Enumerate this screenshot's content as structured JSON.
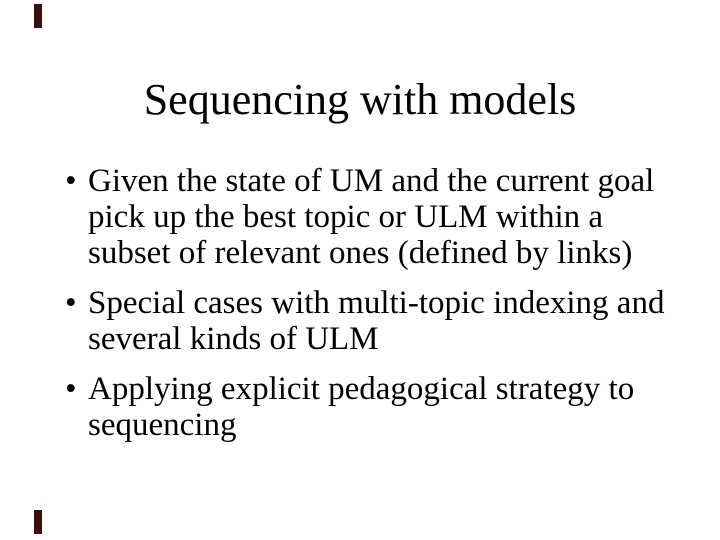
{
  "slide": {
    "title": "Sequencing with models",
    "bullet_glyph": "•",
    "bullets": [
      {
        "text": "Given the state of UM and the current goal pick up the best topic or ULM within a subset of relevant ones (defined by links)",
        "lines": [
          "Given the state of UM and the current goal",
          "pick up the best topic or ULM within a",
          "subset of relevant ones (defined by links)"
        ]
      },
      {
        "text": "Special cases with multi-topic indexing and several kinds of ULM",
        "lines": [
          "Special cases with multi-topic indexing and",
          "several kinds of ULM"
        ]
      },
      {
        "text": "Applying explicit pedagogical strategy to sequencing",
        "lines": [
          "Applying explicit pedagogical strategy to",
          "sequencing"
        ]
      }
    ],
    "colors": {
      "background": "#ffffff",
      "text": "#000000",
      "corner_mark": "#3b100c"
    }
  }
}
